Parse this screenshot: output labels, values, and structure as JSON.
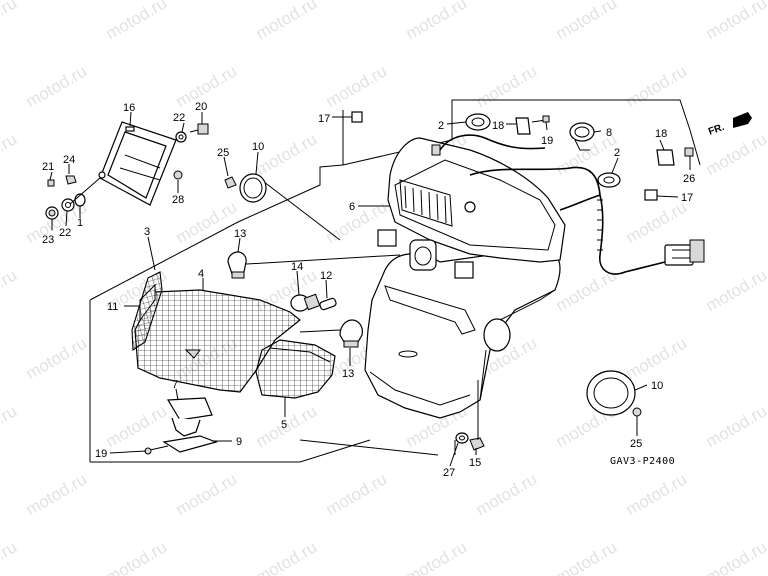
{
  "diagram": {
    "code": "GAV3-P2400",
    "direction_label": "FR.",
    "watermark": "motod.ru",
    "callouts": [
      {
        "id": "c1",
        "label": "1"
      },
      {
        "id": "c2a",
        "label": "2"
      },
      {
        "id": "c2b",
        "label": "2"
      },
      {
        "id": "c3",
        "label": "3"
      },
      {
        "id": "c4",
        "label": "4"
      },
      {
        "id": "c5",
        "label": "5"
      },
      {
        "id": "c6",
        "label": "6"
      },
      {
        "id": "c7",
        "label": "7"
      },
      {
        "id": "c8",
        "label": "8"
      },
      {
        "id": "c9",
        "label": "9"
      },
      {
        "id": "c10a",
        "label": "10"
      },
      {
        "id": "c10b",
        "label": "10"
      },
      {
        "id": "c11",
        "label": "11"
      },
      {
        "id": "c12",
        "label": "12"
      },
      {
        "id": "c13a",
        "label": "13"
      },
      {
        "id": "c13b",
        "label": "13"
      },
      {
        "id": "c14",
        "label": "14"
      },
      {
        "id": "c15",
        "label": "15"
      },
      {
        "id": "c16",
        "label": "16"
      },
      {
        "id": "c17a",
        "label": "17"
      },
      {
        "id": "c17b",
        "label": "17"
      },
      {
        "id": "c18a",
        "label": "18"
      },
      {
        "id": "c18b",
        "label": "18"
      },
      {
        "id": "c19a",
        "label": "19"
      },
      {
        "id": "c19b",
        "label": "19"
      },
      {
        "id": "c20",
        "label": "20"
      },
      {
        "id": "c21",
        "label": "21"
      },
      {
        "id": "c22a",
        "label": "22"
      },
      {
        "id": "c22b",
        "label": "22"
      },
      {
        "id": "c23",
        "label": "23"
      },
      {
        "id": "c24",
        "label": "24"
      },
      {
        "id": "c25a",
        "label": "25"
      },
      {
        "id": "c25b",
        "label": "25"
      },
      {
        "id": "c26",
        "label": "26"
      },
      {
        "id": "c27",
        "label": "27"
      },
      {
        "id": "c28",
        "label": "28"
      }
    ]
  }
}
